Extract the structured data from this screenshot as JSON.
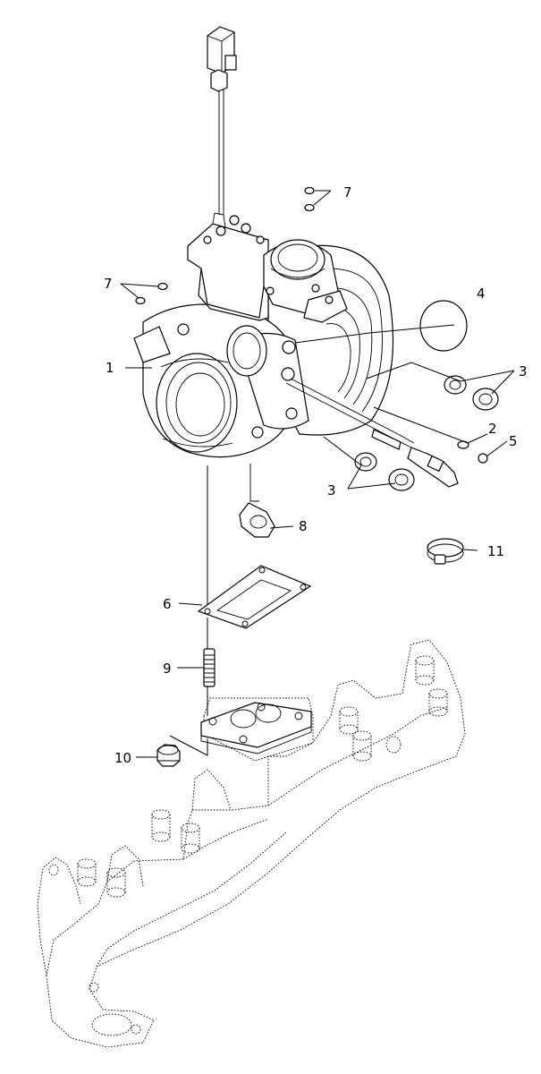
{
  "callouts": {
    "c1": "1",
    "c2": "2",
    "c3a": "3",
    "c3b": "3",
    "c4": "4",
    "c5": "5",
    "c6": "6",
    "c7a": "7",
    "c7b": "7",
    "c8": "8",
    "c9": "9",
    "c10": "10",
    "c11": "11"
  }
}
